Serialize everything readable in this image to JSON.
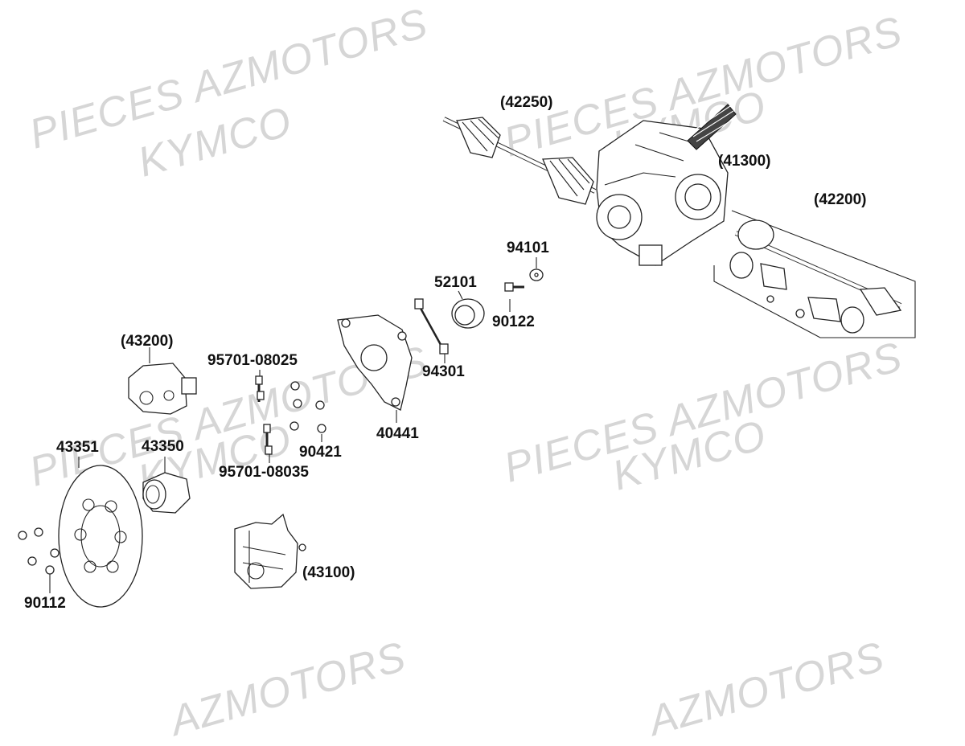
{
  "watermark": {
    "line1": "PIECES AZMOTORS",
    "line2": "KYMCO",
    "partial": "AZMOTORS"
  },
  "labels": {
    "l42250": "(42250)",
    "l41300": "(41300)",
    "l42200": "(42200)",
    "l94101": "94101",
    "l52101": "52101",
    "l90122": "90122",
    "l94301": "94301",
    "l40441": "40441",
    "l43200": "(43200)",
    "l95701_08025": "95701-08025",
    "l90421": "90421",
    "l95701_08035": "95701-08035",
    "l43351": "43351",
    "l43350": "43350",
    "l43100": "(43100)",
    "l90112": "90112"
  },
  "colors": {
    "line": "#222222",
    "watermark": "#d6d6d6",
    "background": "#ffffff"
  }
}
